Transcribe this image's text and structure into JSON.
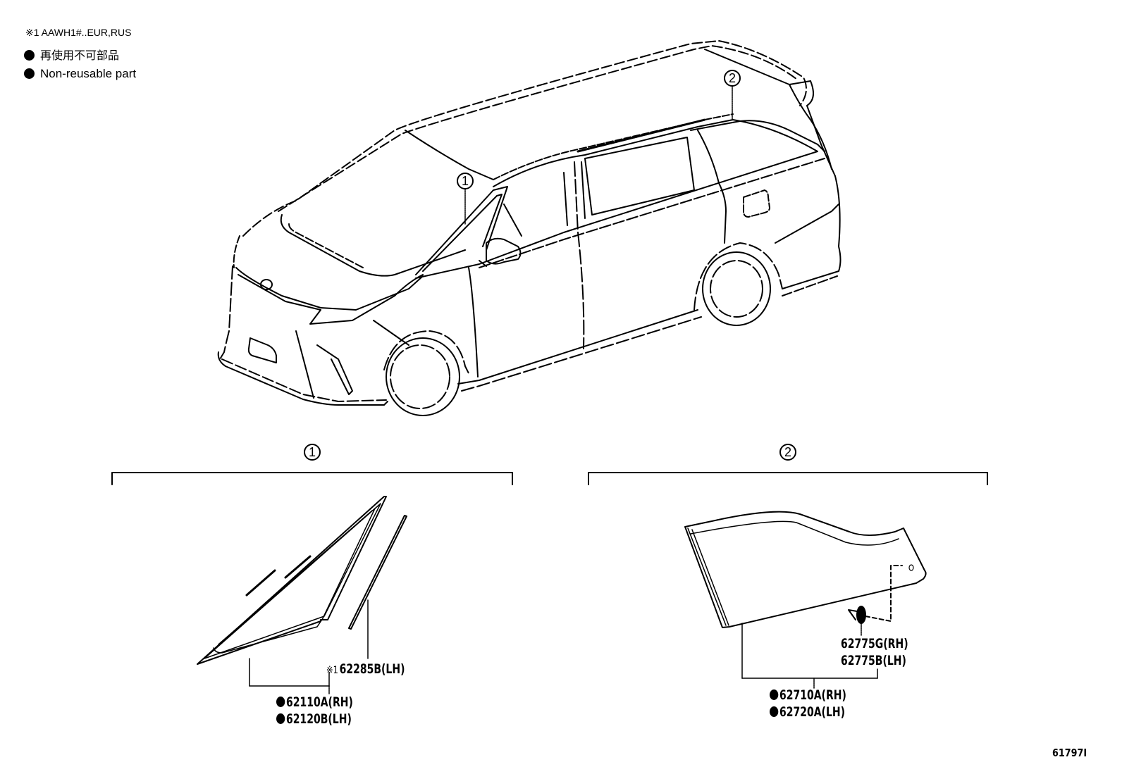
{
  "legend": {
    "applicability_note": "※1 AAWH1#..EUR,RUS",
    "items": [
      {
        "symbol": "filled-circle",
        "label": "再使用不可部品"
      },
      {
        "symbol": "filled-circle",
        "label": "Non-reusable part"
      }
    ]
  },
  "callouts": {
    "vehicle": [
      {
        "number": "1",
        "target": "front quarter window glass"
      },
      {
        "number": "2",
        "target": "rear quarter window glass"
      }
    ]
  },
  "groups": [
    {
      "number": "1",
      "parts": [
        {
          "non_reusable": false,
          "note": "※1",
          "part_number": "62285B",
          "side": "(LH)"
        },
        {
          "non_reusable": true,
          "note": "",
          "part_number": "62110A",
          "side": "(RH)"
        },
        {
          "non_reusable": true,
          "note": "",
          "part_number": "62120B",
          "side": "(LH)"
        }
      ]
    },
    {
      "number": "2",
      "parts": [
        {
          "non_reusable": false,
          "note": "",
          "part_number": "62775G",
          "side": "(RH)"
        },
        {
          "non_reusable": false,
          "note": "",
          "part_number": "62775B",
          "side": "(LH)"
        },
        {
          "non_reusable": true,
          "note": "",
          "part_number": "62710A",
          "side": "(RH)"
        },
        {
          "non_reusable": true,
          "note": "",
          "part_number": "62720A",
          "side": "(LH)"
        }
      ]
    }
  ],
  "illustration_number": "61797I",
  "colors": {
    "line": "#000000",
    "background": "#ffffff"
  }
}
